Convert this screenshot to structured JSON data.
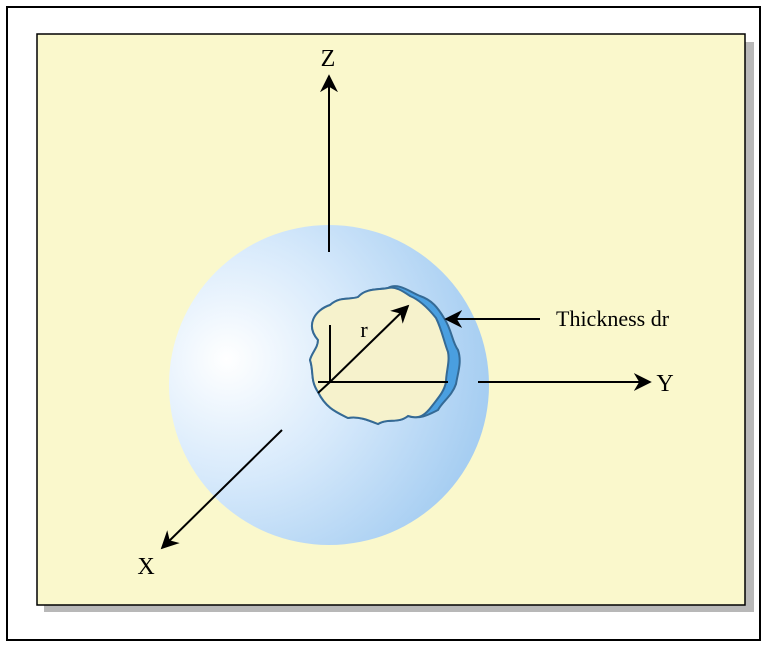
{
  "axes": {
    "z_label": "Z",
    "y_label": "Y",
    "x_label": "X"
  },
  "radius_label": "r",
  "thickness_label": "Thickness dr",
  "colors": {
    "panel_fill": "#faf8cc",
    "panel_shadow": "#b8b8b8",
    "sphere_light": "#ffffff",
    "sphere_dark": "#9ec9f0",
    "shell_fill": "#4a9fe0",
    "shell_outline": "#356a95",
    "line": "#000000"
  }
}
